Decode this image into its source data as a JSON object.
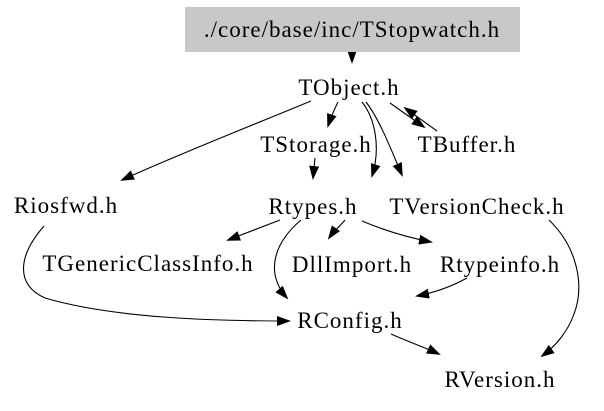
{
  "diagram": {
    "type": "include-dependency-graph",
    "root": {
      "label": "./core/base/inc/TStopwatch.h"
    },
    "nodes": [
      {
        "id": "tobject",
        "label": "TObject.h"
      },
      {
        "id": "tstorage",
        "label": "TStorage.h"
      },
      {
        "id": "tbuffer",
        "label": "TBuffer.h"
      },
      {
        "id": "riosfwd",
        "label": "Riosfwd.h"
      },
      {
        "id": "rtypes",
        "label": "Rtypes.h"
      },
      {
        "id": "tversioncheck",
        "label": "TVersionCheck.h"
      },
      {
        "id": "tgenericclassinfo",
        "label": "TGenericClassInfo.h"
      },
      {
        "id": "dllimport",
        "label": "DllImport.h"
      },
      {
        "id": "rtypeinfo",
        "label": "Rtypeinfo.h"
      },
      {
        "id": "rconfig",
        "label": "RConfig.h"
      },
      {
        "id": "rversion",
        "label": "RVersion.h"
      }
    ],
    "edges": [
      {
        "from": "./core/base/inc/TStopwatch.h",
        "to": "TObject.h"
      },
      {
        "from": "TObject.h",
        "to": "Riosfwd.h"
      },
      {
        "from": "TObject.h",
        "to": "TStorage.h"
      },
      {
        "from": "TObject.h",
        "to": "TBuffer.h"
      },
      {
        "from": "TBuffer.h",
        "to": "TObject.h"
      },
      {
        "from": "TObject.h",
        "to": "Rtypes.h"
      },
      {
        "from": "TObject.h",
        "to": "TVersionCheck.h"
      },
      {
        "from": "TStorage.h",
        "to": "Rtypes.h"
      },
      {
        "from": "Rtypes.h",
        "to": "TGenericClassInfo.h"
      },
      {
        "from": "Rtypes.h",
        "to": "DllImport.h"
      },
      {
        "from": "Rtypes.h",
        "to": "Rtypeinfo.h"
      },
      {
        "from": "Rtypes.h",
        "to": "RConfig.h"
      },
      {
        "from": "Riosfwd.h",
        "to": "RConfig.h"
      },
      {
        "from": "Rtypeinfo.h",
        "to": "RConfig.h"
      },
      {
        "from": "RConfig.h",
        "to": "RVersion.h"
      },
      {
        "from": "TVersionCheck.h",
        "to": "RVersion.h"
      }
    ],
    "colors": {
      "root_fill": "#c8c8c8",
      "edge": "#000000",
      "text": "#000000",
      "background": "#ffffff"
    }
  }
}
